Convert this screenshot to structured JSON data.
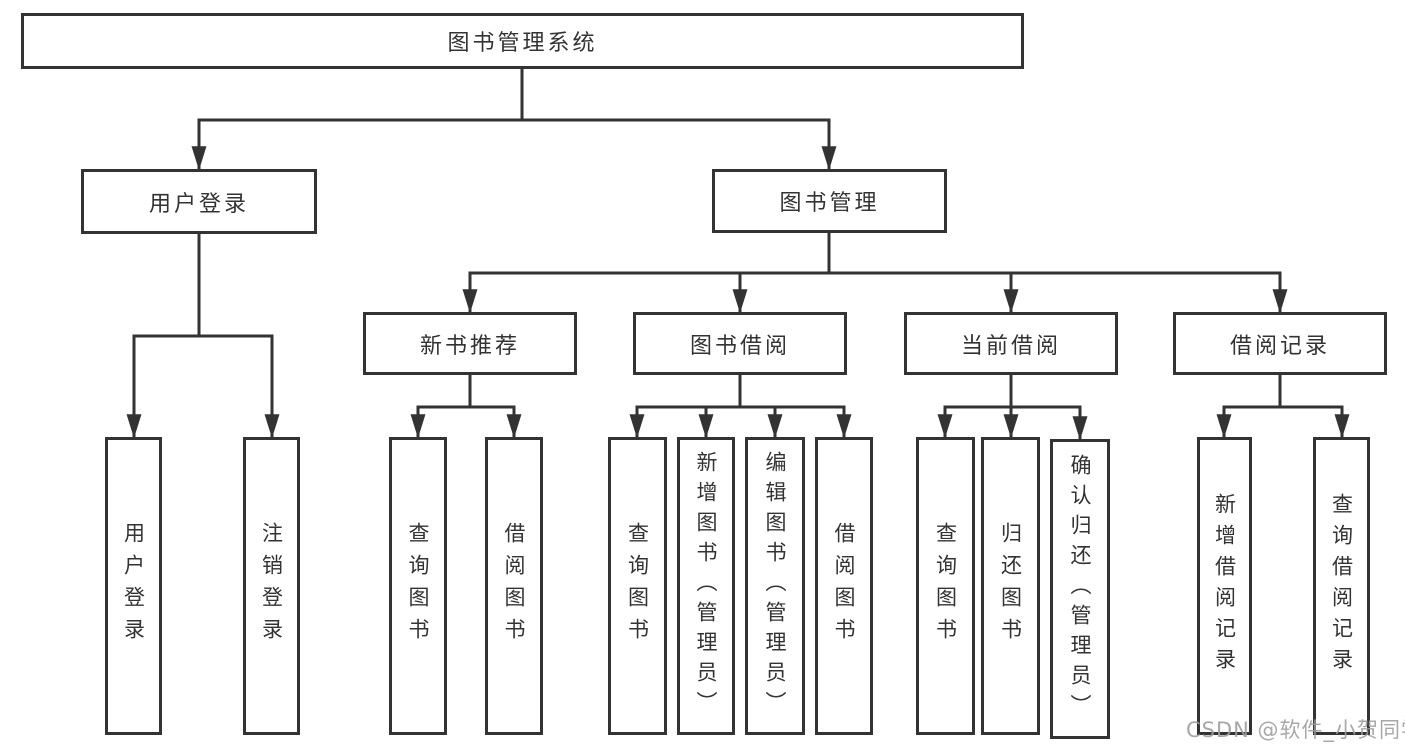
{
  "diagram": {
    "root": {
      "label": "图书管理系统"
    },
    "level2": [
      {
        "label": "用户登录"
      },
      {
        "label": "图书管理"
      }
    ],
    "level3": [
      {
        "label": "新书推荐"
      },
      {
        "label": "图书借阅"
      },
      {
        "label": "当前借阅"
      },
      {
        "label": "借阅记录"
      }
    ],
    "leaves": {
      "user_login": [
        {
          "label": "用户登录"
        },
        {
          "label": "注销登录"
        }
      ],
      "new_book_recommendation": [
        {
          "label": "查询图书"
        },
        {
          "label": "借阅图书"
        }
      ],
      "book_borrowing": [
        {
          "label": "查询图书"
        },
        {
          "label": "新增图书（管理员）"
        },
        {
          "label": "编辑图书（管理员）"
        },
        {
          "label": "借阅图书"
        }
      ],
      "current_borrowing": [
        {
          "label": "查询图书"
        },
        {
          "label": "归还图书"
        },
        {
          "label": "确认归还（管理员）"
        }
      ],
      "borrowing_records": [
        {
          "label": "新增借阅记录"
        },
        {
          "label": "查询借阅记录"
        }
      ]
    }
  },
  "watermark": {
    "text": "CSDN @软件_小贺同学"
  },
  "colors": {
    "line": "#333333",
    "text": "#333333",
    "watermark": "#9e9e9e",
    "background": "#ffffff"
  }
}
